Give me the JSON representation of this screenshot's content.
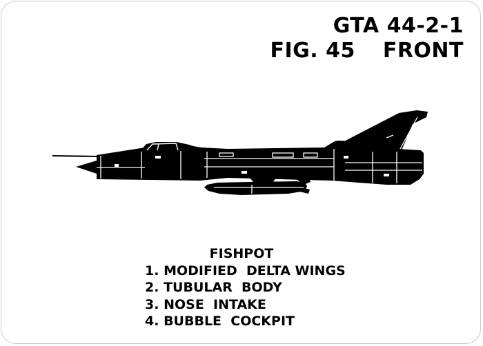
{
  "header": {
    "code": "GTA 44-2-1",
    "figure": "FIG. 45",
    "view": "FRONT"
  },
  "caption": {
    "title": "FISHPOT",
    "features": [
      {
        "number": "1.",
        "text": "MODIFIED  DELTA WINGS"
      },
      {
        "number": "2.",
        "text": "TUBULAR  BODY"
      },
      {
        "number": "3.",
        "text": "NOSE  INTAKE"
      },
      {
        "number": "4.",
        "text": "BUBBLE  COCKPIT"
      }
    ]
  },
  "colors": {
    "silhouette": "#000000",
    "panel_lines": "#ffffff",
    "card_border": "#c8c8c8"
  }
}
